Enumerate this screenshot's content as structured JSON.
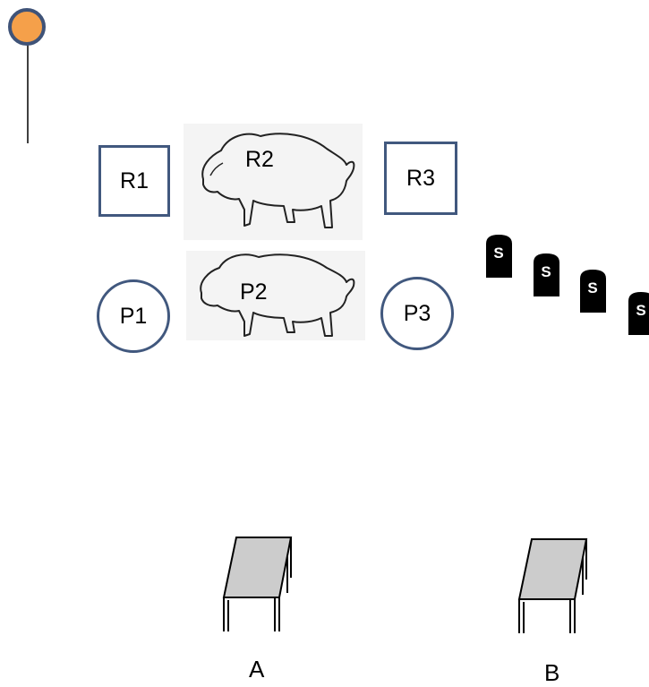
{
  "colors": {
    "accent_orange": "#f5a04a",
    "marker_outline": "#3f5378",
    "shape_stroke": "#41587e",
    "table_top": "#cccccc",
    "ink": "#000000"
  },
  "marker": {
    "icon": "pin-marker-icon"
  },
  "row_r": {
    "left_label": "R1",
    "middle_label": "R2",
    "right_label": "R3",
    "middle_icon": "bison-icon"
  },
  "row_p": {
    "left_label": "P1",
    "middle_label": "P2",
    "right_label": "P3",
    "middle_icon": "bison-icon"
  },
  "signs": {
    "icon": "sign-post-icon",
    "labels": [
      "S",
      "S",
      "S",
      "S"
    ]
  },
  "tables": {
    "icon": "table-icon",
    "items": [
      {
        "label": "A"
      },
      {
        "label": "B"
      }
    ]
  }
}
